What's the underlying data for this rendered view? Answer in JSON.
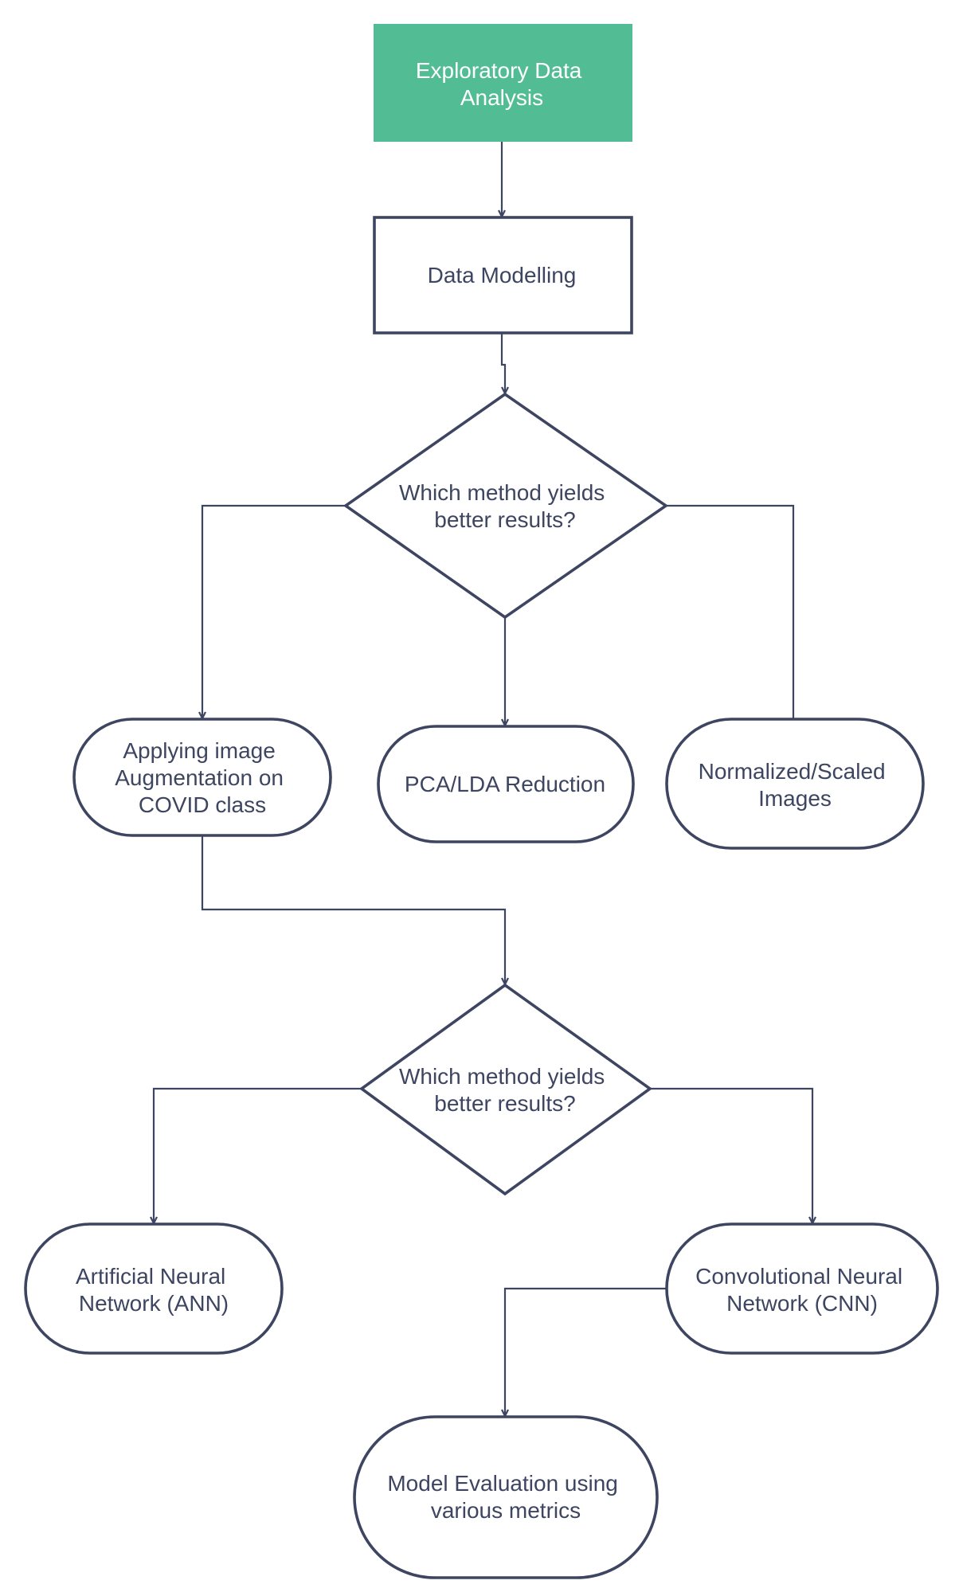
{
  "colors": {
    "start_fill": "#52bd94",
    "stroke": "#3d4561",
    "text": "#3d4561",
    "start_text": "#ffffff",
    "background": "#ffffff"
  },
  "nodes": {
    "eda": {
      "lines": [
        "Exploratory Data",
        "Analysis"
      ]
    },
    "modelling": {
      "lines": [
        "Data Modelling"
      ]
    },
    "decision1": {
      "lines": [
        "Which method yields",
        "better results?"
      ]
    },
    "augmentation": {
      "lines": [
        "Applying image",
        "Augmentation on",
        "COVID class"
      ]
    },
    "pca": {
      "lines": [
        "PCA/LDA Reduction"
      ]
    },
    "normalized": {
      "lines": [
        "Normalized/Scaled",
        "Images"
      ]
    },
    "decision2": {
      "lines": [
        "Which method yields",
        "better results?"
      ]
    },
    "ann": {
      "lines": [
        "Artificial Neural",
        "Network (ANN)"
      ]
    },
    "cnn": {
      "lines": [
        "Convolutional Neural",
        "Network (CNN)"
      ]
    },
    "evaluation": {
      "lines": [
        "Model Evaluation using",
        "various metrics"
      ]
    }
  }
}
